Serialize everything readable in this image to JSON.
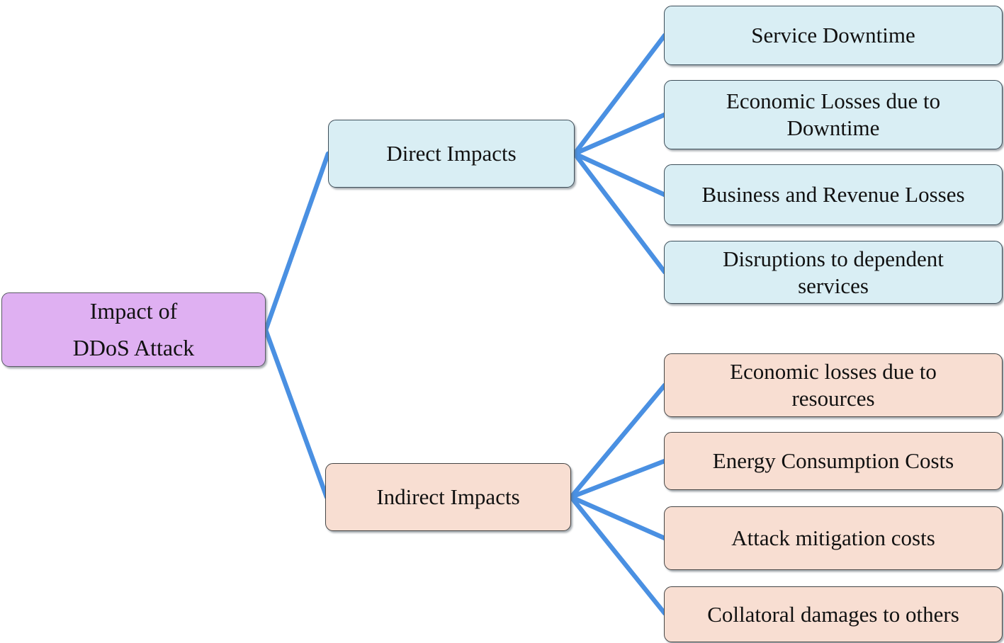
{
  "diagram": {
    "type": "tree-mindmap",
    "root": {
      "label": "Impact of\nDDoS Attack"
    },
    "branches": [
      {
        "label": "Direct Impacts",
        "children": [
          "Service Downtime",
          "Economic Losses due to\nDowntime",
          "Business and Revenue Losses",
          "Disruptions to dependent\nservices"
        ]
      },
      {
        "label": "Indirect Impacts",
        "children": [
          "Economic losses due to\nresources",
          "Energy Consumption Costs",
          "Attack mitigation costs",
          "Collatoral damages to others"
        ]
      }
    ]
  },
  "colors": {
    "background": "#ffffff",
    "root_fill": "#dfb0f2",
    "direct_branch_fill": "#d9eef4",
    "indirect_branch_fill": "#f8ded2",
    "connector_line": "#4a90e2",
    "node_border": "#444f58",
    "text": "#111111"
  }
}
